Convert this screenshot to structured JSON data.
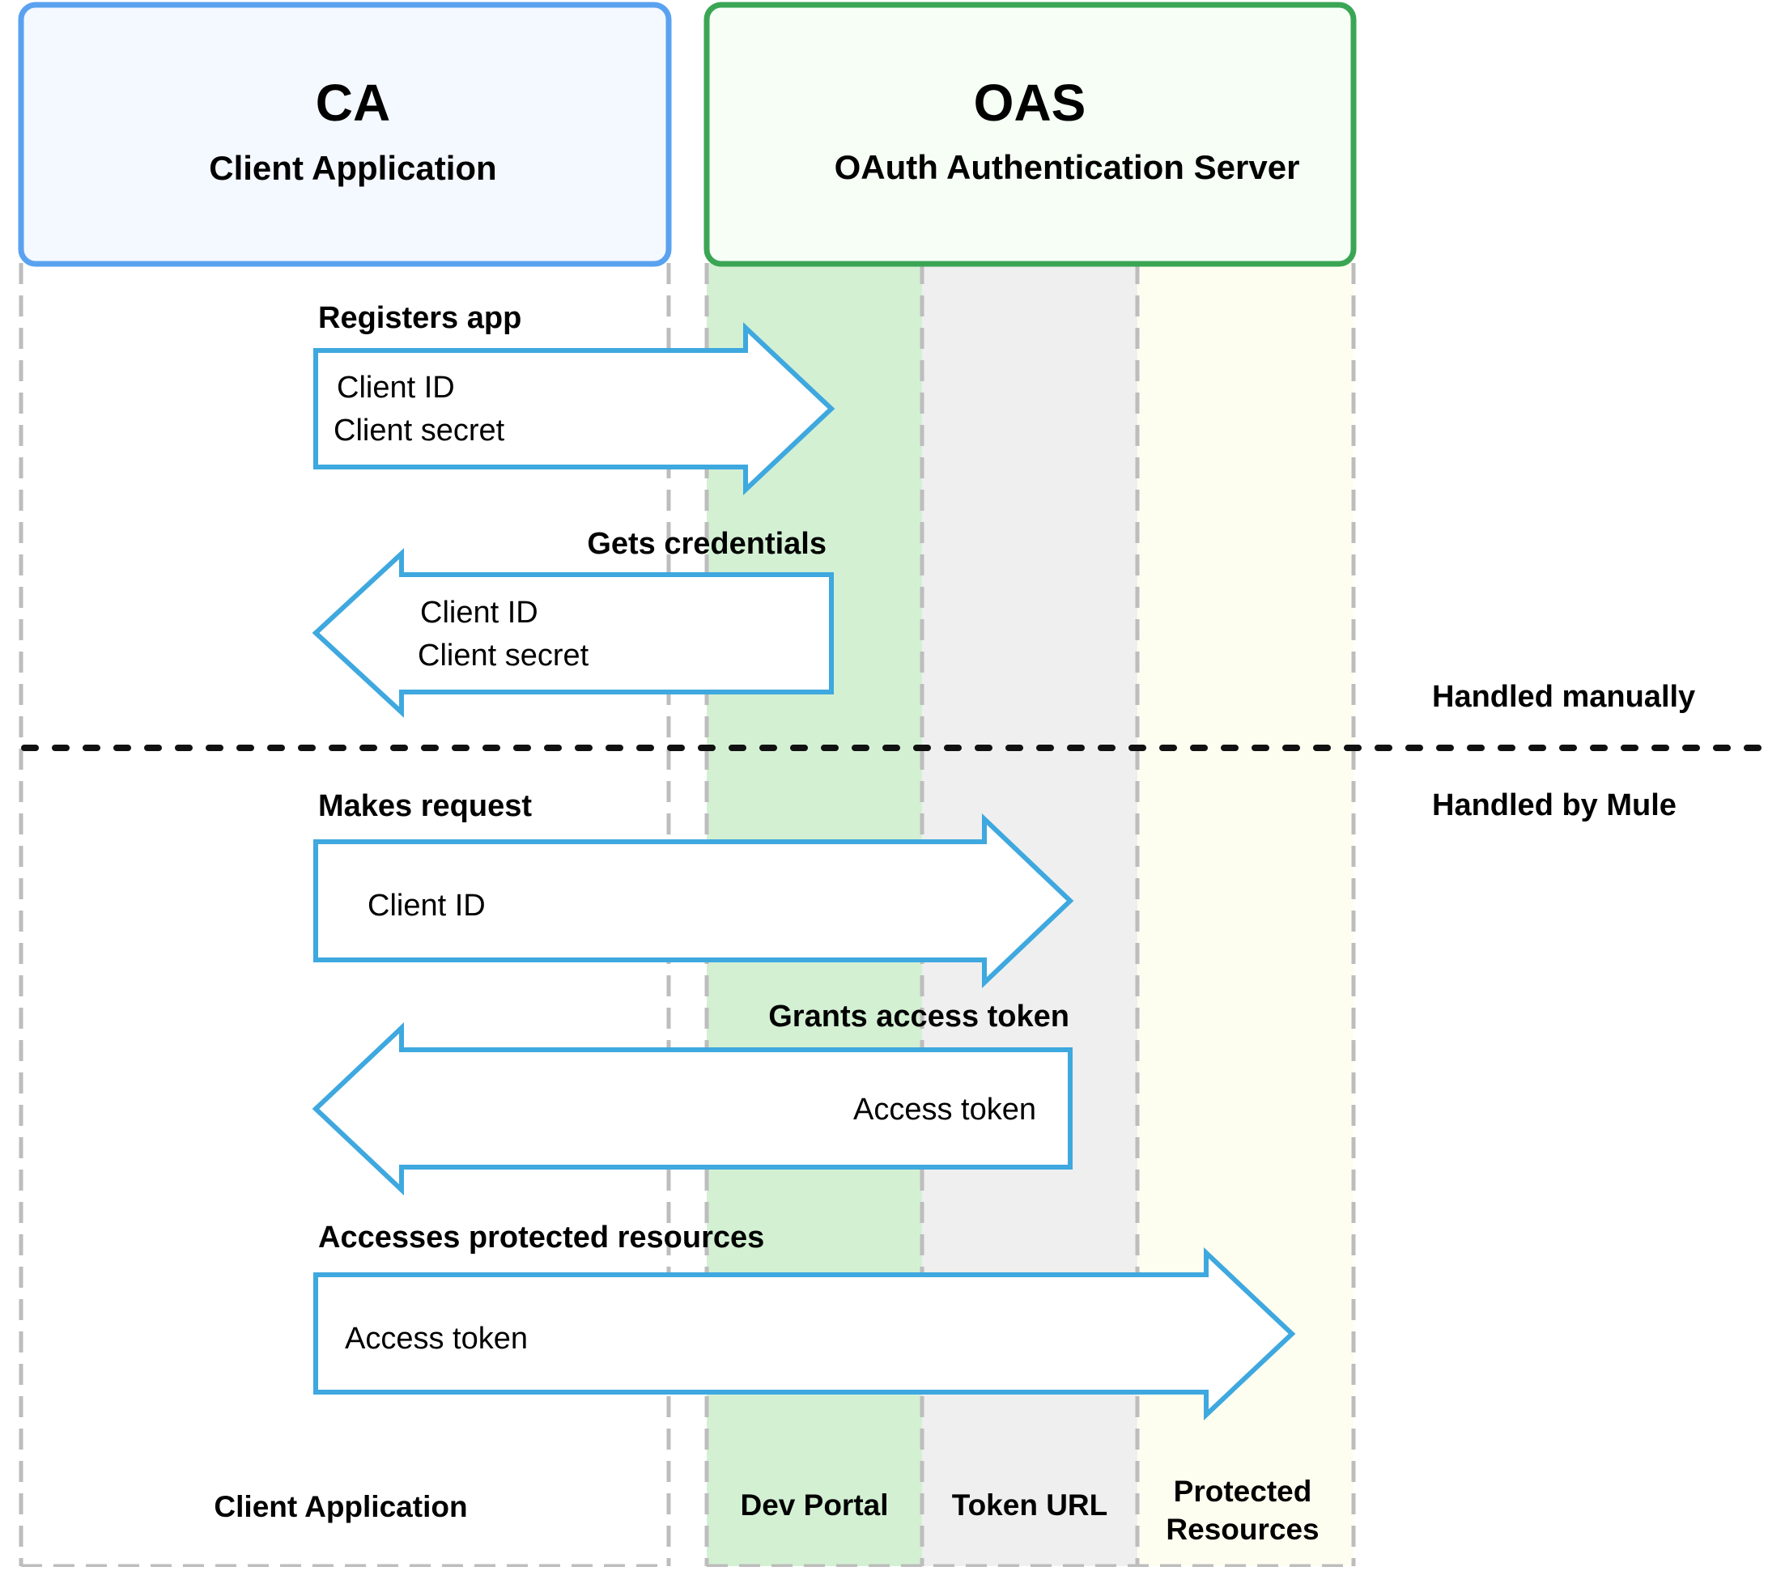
{
  "colors": {
    "ca_border": "#5aa2f0",
    "ca_fill": "#f4f8ff",
    "oas_border": "#3aa655",
    "oas_fill": "#f6fef6",
    "arrow_stroke": "#3ea8df",
    "lane_dev_portal": "#d3f0d3",
    "lane_token_url": "#efefef",
    "lane_protected": "#fefef0",
    "dashed_gray": "#bdbdbd",
    "divider": "#111111"
  },
  "ca_box": {
    "title": "CA",
    "subtitle": "Client Application"
  },
  "oas_box": {
    "title": "OAS",
    "subtitle": "OAuth Authentication Server"
  },
  "steps": {
    "registers": {
      "label": "Registers app",
      "line1": "Client ID",
      "line2": "Client secret"
    },
    "gets": {
      "label": "Gets credentials",
      "line1": "Client ID",
      "line2": "Client secret"
    },
    "request": {
      "label": "Makes request",
      "line1": "Client ID"
    },
    "grants": {
      "label": "Grants access token",
      "line1": "Access token"
    },
    "accesses": {
      "label": "Accesses protected resources",
      "line1": "Access token"
    }
  },
  "zones": {
    "manual": "Handled manually",
    "mule": "Handled by Mule"
  },
  "lanes": {
    "client": "Client Application",
    "dev_portal": "Dev Portal",
    "token_url": "Token URL",
    "protected_line1": "Protected",
    "protected_line2": "Resources"
  }
}
